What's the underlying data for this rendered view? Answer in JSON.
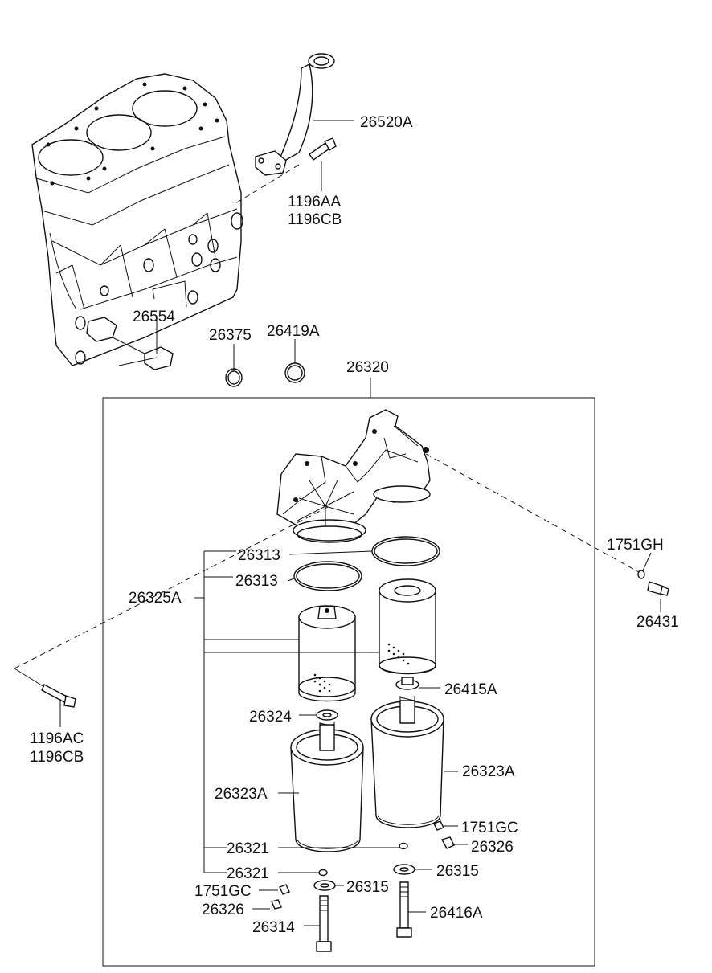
{
  "labels": {
    "p26520A": "26520A",
    "p1196AA": "1196AA",
    "p1196CB_top": "1196CB",
    "p26554": "26554",
    "p26375": "26375",
    "p26419A": "26419A",
    "p26320": "26320",
    "p1751GH": "1751GH",
    "p26431": "26431",
    "p26313_a": "26313",
    "p26313_b": "26313",
    "p26325A": "26325A",
    "p1196AC": "1196AC",
    "p1196CB_left": "1196CB",
    "p26415A": "26415A",
    "p26324": "26324",
    "p26323A_right": "26323A",
    "p26323A_left": "26323A",
    "p1751GC_right": "1751GC",
    "p26326_right": "26326",
    "p26321_a": "26321",
    "p26315_right": "26315",
    "p26321_b": "26321",
    "p1751GC_left": "1751GC",
    "p26315_left": "26315",
    "p26326_left": "26326",
    "p26416A": "26416A",
    "p26314": "26314"
  }
}
